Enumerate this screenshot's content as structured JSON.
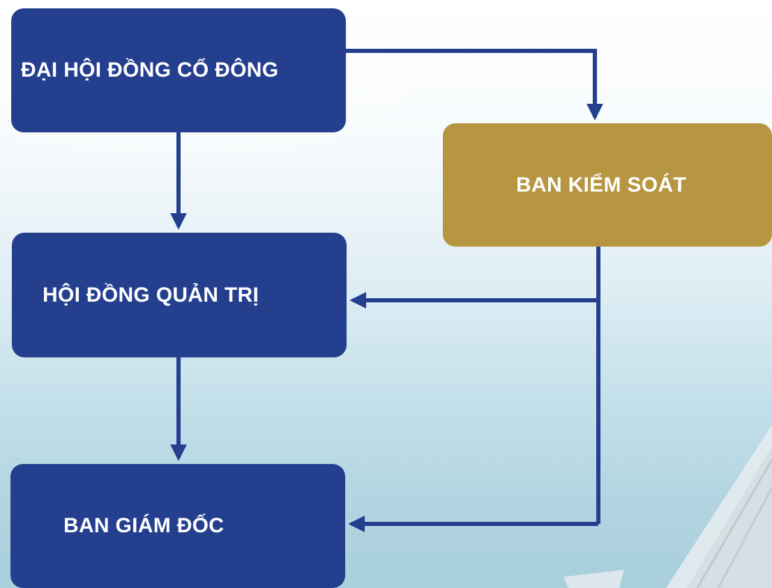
{
  "diagram": {
    "nodes": [
      {
        "id": "dhdcd",
        "label": "ĐẠI HỘI ĐỒNG CỔ ĐÔNG"
      },
      {
        "id": "bks",
        "label": "BAN KIỂM SOÁT"
      },
      {
        "id": "hdqt",
        "label": "HỘI ĐỒNG QUẢN TRỊ"
      },
      {
        "id": "bgd",
        "label": "BAN GIÁM ĐỐC"
      }
    ],
    "edges": [
      {
        "from": "dhdcd",
        "to": "hdqt"
      },
      {
        "from": "dhdcd",
        "to": "bks"
      },
      {
        "from": "hdqt",
        "to": "bgd"
      },
      {
        "from": "bks",
        "to": "hdqt"
      },
      {
        "from": "bks",
        "to": "bgd"
      }
    ],
    "colors": {
      "primary_box": "#253f8f",
      "supervisory_box": "#b79642",
      "connector": "#253f8f",
      "text": "#ffffff"
    }
  }
}
